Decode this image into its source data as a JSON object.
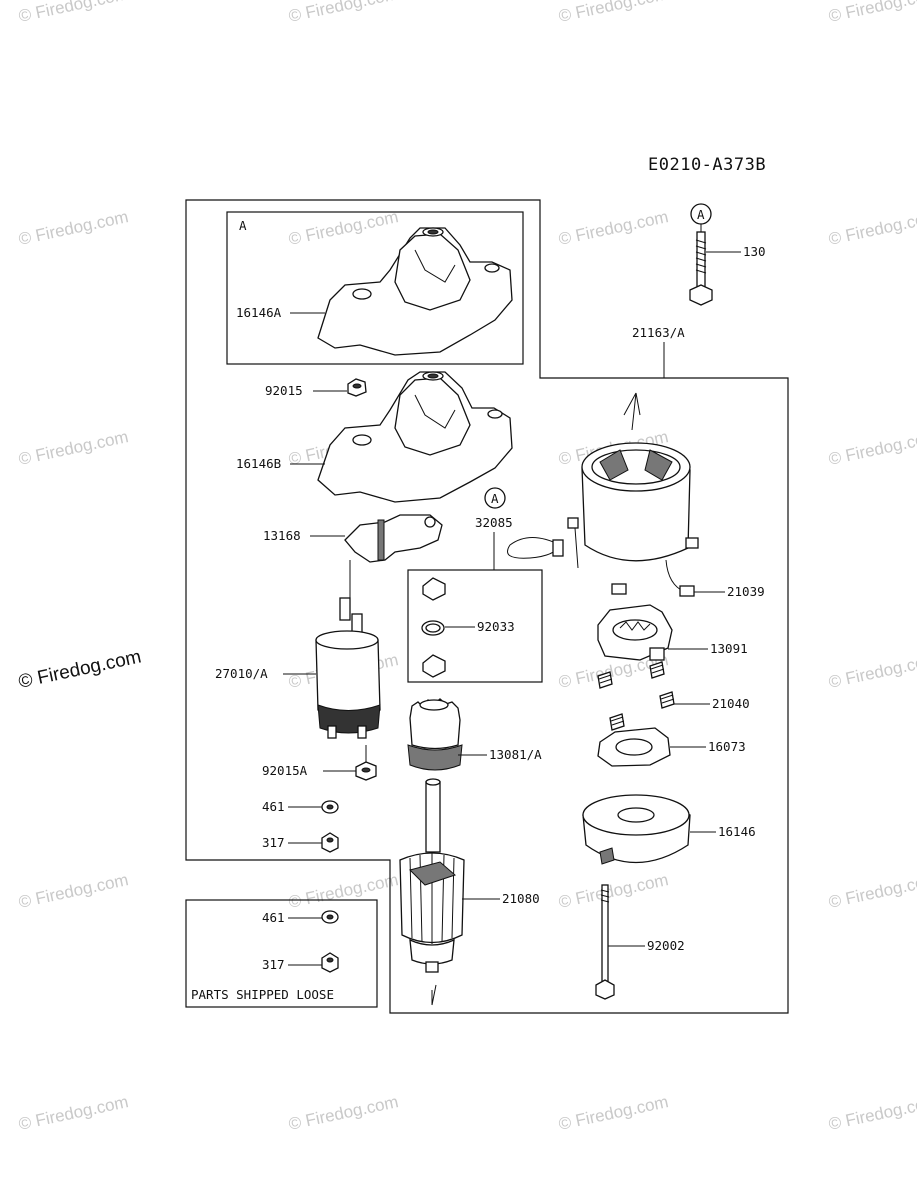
{
  "diagram_code": "E0210-A373B",
  "watermark_text": "© Firedog.com",
  "callouts": {
    "a_box": "A",
    "a_ref_top": "A",
    "a_ref_mid": "A"
  },
  "labels": {
    "p16146A": "16146A",
    "p92015": "92015",
    "p16146B": "16146B",
    "p13168": "13168",
    "p32085": "32085",
    "p92033": "92033",
    "p27010A": "27010/A",
    "p92015A": "92015A",
    "p461a": "461",
    "p317a": "317",
    "p13081A": "13081/A",
    "p130": "130",
    "p21163A": "21163/A",
    "p21039": "21039",
    "p13091": "13091",
    "p21040": "21040",
    "p16073": "16073",
    "p16146": "16146",
    "p21080": "21080",
    "p92002": "92002",
    "p461b": "461",
    "p317b": "317"
  },
  "loose_box_title": "PARTS SHIPPED LOOSE"
}
